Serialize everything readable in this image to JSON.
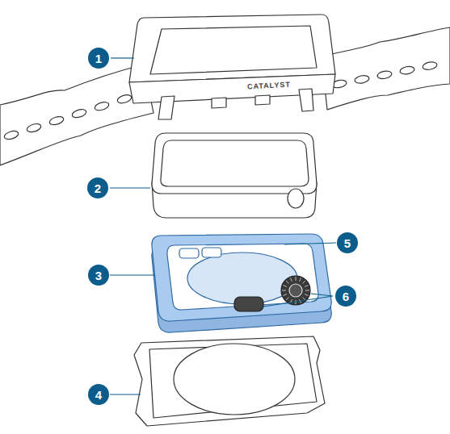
{
  "diagram": {
    "labels": [
      "1",
      "CATALYST",
      "2",
      "5",
      "3",
      "6",
      "4"
    ]
  }
}
